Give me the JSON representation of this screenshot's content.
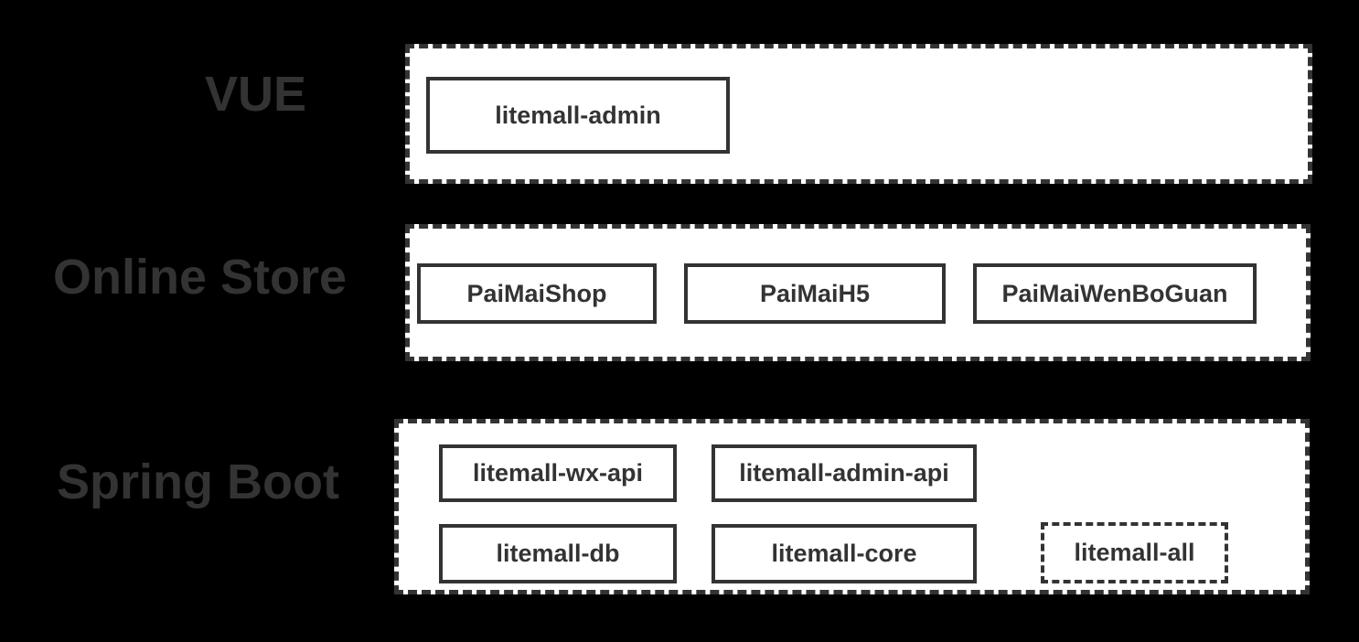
{
  "colors": {
    "page_background": "#000000",
    "panel_background": "#ffffff",
    "line_and_text": "#333333"
  },
  "rows": [
    {
      "label": "VUE",
      "boxes": [
        {
          "label": "litemall-admin",
          "border": "solid"
        }
      ]
    },
    {
      "label": "Online Store",
      "boxes": [
        {
          "label": "PaiMaiShop",
          "border": "solid"
        },
        {
          "label": "PaiMaiH5",
          "border": "solid"
        },
        {
          "label": "PaiMaiWenBoGuan",
          "border": "solid"
        }
      ]
    },
    {
      "label": "Spring Boot",
      "boxes": [
        {
          "label": "litemall-wx-api",
          "border": "solid"
        },
        {
          "label": "litemall-admin-api",
          "border": "solid"
        },
        {
          "label": "litemall-db",
          "border": "solid"
        },
        {
          "label": "litemall-core",
          "border": "solid"
        },
        {
          "label": "litemall-all",
          "border": "dashed"
        }
      ]
    }
  ]
}
